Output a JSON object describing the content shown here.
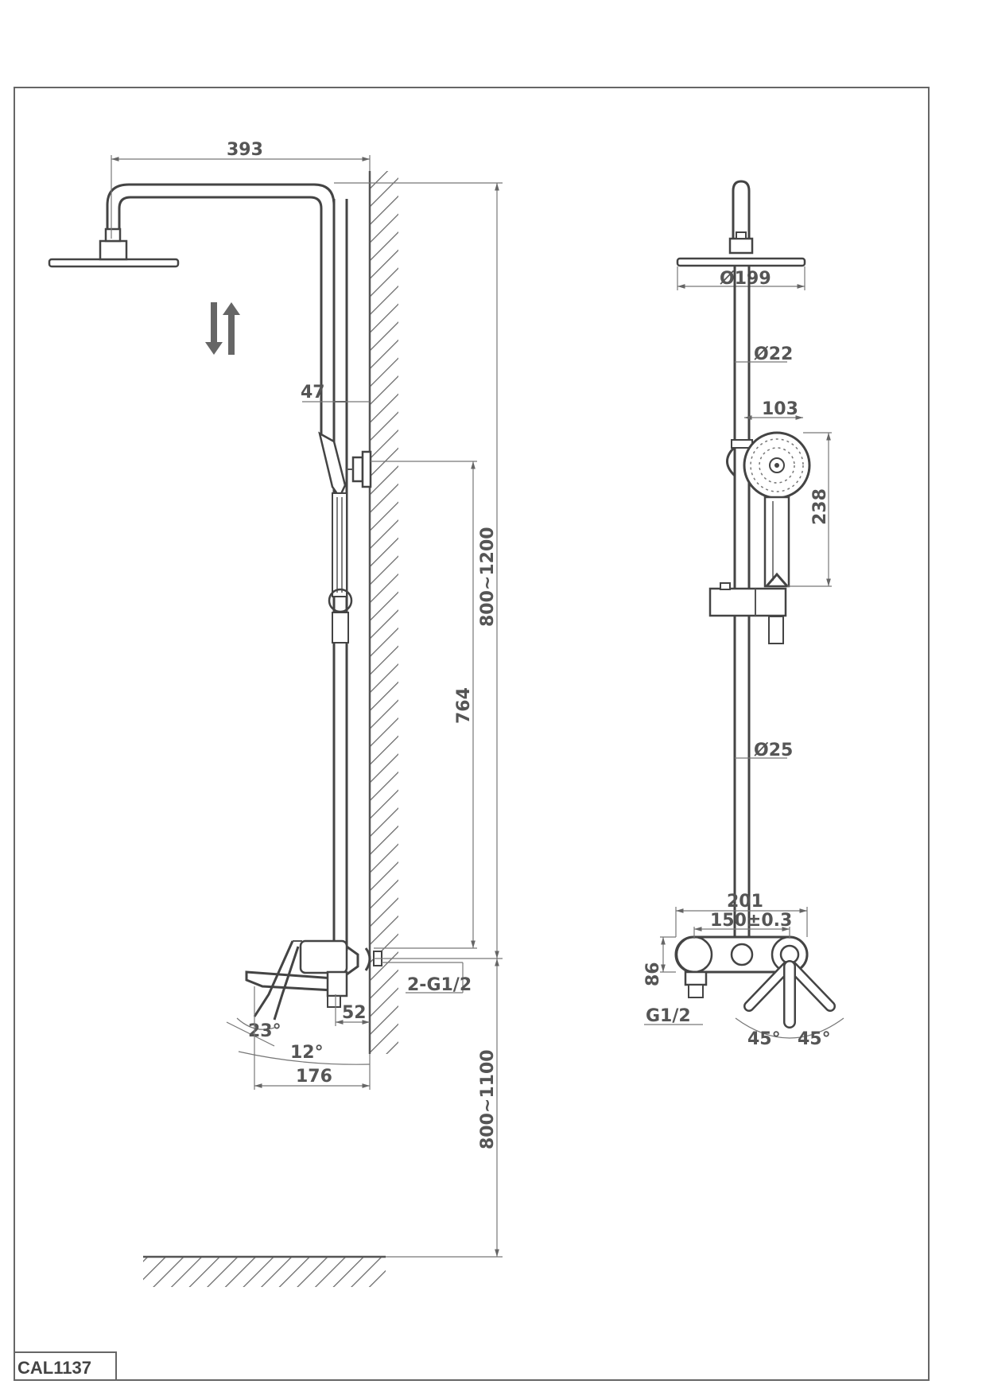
{
  "drawing": {
    "model_code": "CAL1137",
    "side_view": {
      "width_393": "393",
      "offset_47": "47",
      "height_800_1200": "800~1200",
      "height_764": "764",
      "inlet_2_g12": "2-G1/2",
      "offset_52": "52",
      "angle_23": "23°",
      "angle_12": "12°",
      "spout_176": "176",
      "height_800_1100": "800~1100"
    },
    "front_view": {
      "head_dia": "Ø199",
      "upper_pipe_dia": "Ø22",
      "hand_dia": "103",
      "hand_len": "238",
      "lower_pipe_dia": "Ø25",
      "mixer_width": "201",
      "centers": "150±0.3",
      "mixer_height": "86",
      "thread": "G1/2",
      "angle_left": "45°",
      "angle_right": "45°"
    }
  }
}
